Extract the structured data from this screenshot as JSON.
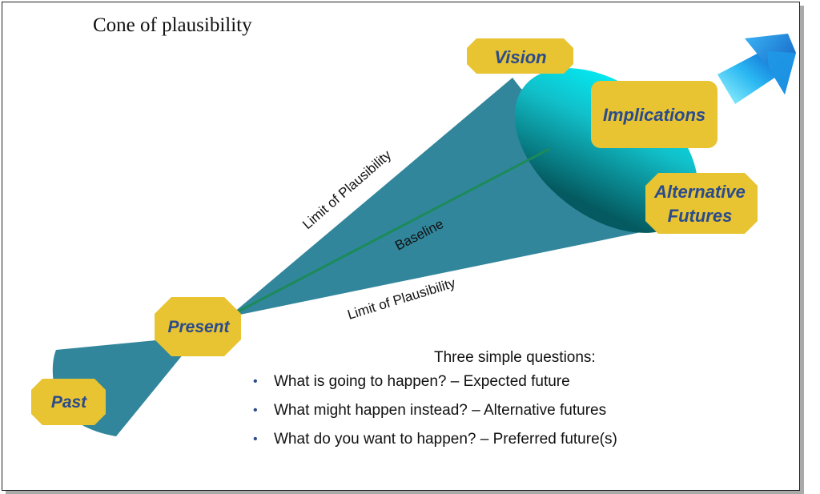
{
  "title": "Cone of plausibility",
  "nodes": {
    "past": "Past",
    "present": "Present",
    "vision": "Vision",
    "implications": "Implications",
    "alternative_futures_line1": "Alternative",
    "alternative_futures_line2": "Futures"
  },
  "lines": {
    "upper_limit": "Limit of Plausibility",
    "lower_limit": "Limit of Plausibility",
    "baseline": "Baseline"
  },
  "questions": {
    "heading": "Three simple questions:",
    "items": [
      "What is going to happen? – Expected future",
      "What might happen instead? – Alternative futures",
      "What do you want to happen? – Preferred future(s)"
    ]
  },
  "colors": {
    "cone": "#31869b",
    "mouth_light": "#00f5ff",
    "mouth_dark": "#045a60",
    "node_fill": "#e8c332",
    "node_text": "#2a4b8c",
    "baseline": "#1c8a5a"
  }
}
